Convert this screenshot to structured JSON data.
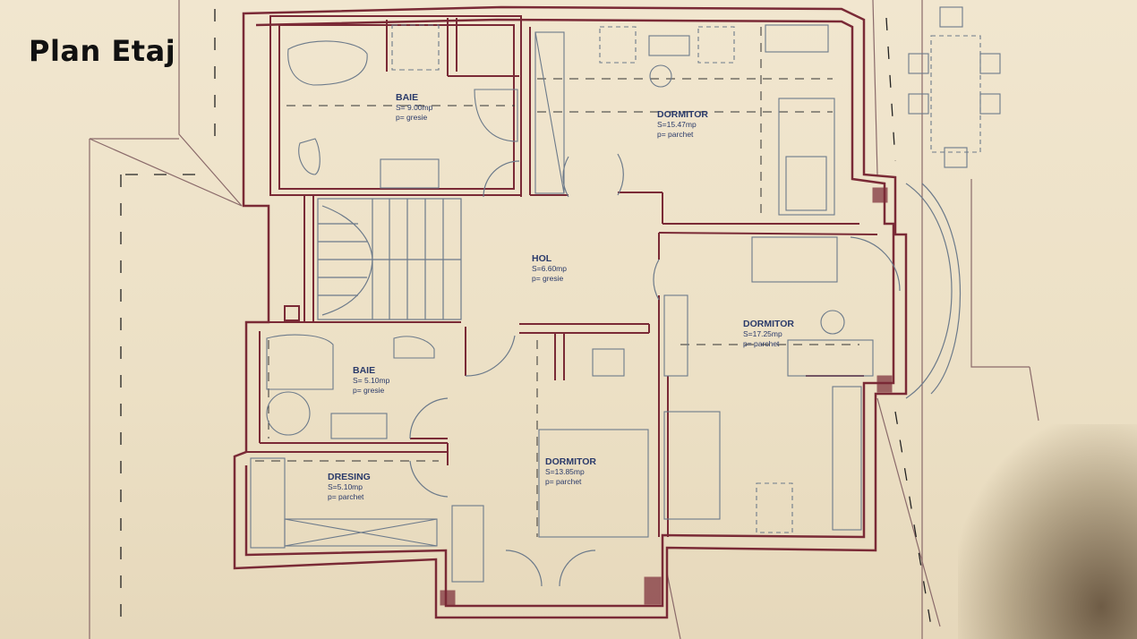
{
  "title": "Plan Etaj",
  "colors": {
    "wall": "#7a2a36",
    "furniture": "#6c7a8a",
    "label": "#2a3a6a",
    "paper": "#efe4cc"
  },
  "rooms": [
    {
      "id": "baie-1",
      "name": "BAIE",
      "area": "S= 9.00mp",
      "floor": "p= gresie"
    },
    {
      "id": "dormitor-1",
      "name": "DORMITOR",
      "area": "S=15.47mp",
      "floor": "p= parchet"
    },
    {
      "id": "hol",
      "name": "HOL",
      "area": "S=6.60mp",
      "floor": "p= gresie"
    },
    {
      "id": "dormitor-2",
      "name": "DORMITOR",
      "area": "S=17.25mp",
      "floor": "p= parchet"
    },
    {
      "id": "baie-2",
      "name": "BAIE",
      "area": "S= 5.10mp",
      "floor": "p= gresie"
    },
    {
      "id": "dresing",
      "name": "DRESING",
      "area": "S=5.10mp",
      "floor": "p= parchet"
    },
    {
      "id": "dormitor-3",
      "name": "DORMITOR",
      "area": "S=13.85mp",
      "floor": "p= parchet"
    }
  ]
}
